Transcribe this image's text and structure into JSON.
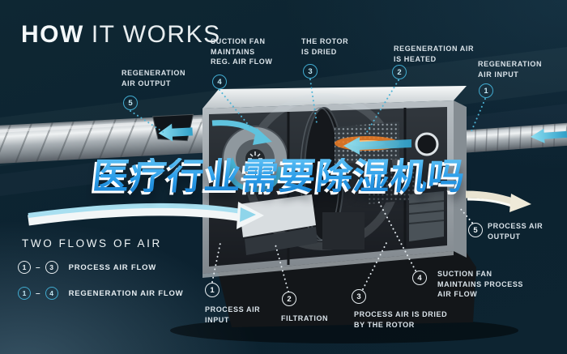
{
  "title": {
    "bold": "HOW",
    "light": "IT WORKS"
  },
  "headline_cn": "医疗行业需要除湿机吗",
  "colors": {
    "background_navy": "#0c2230",
    "accent_teal": "#41abd0",
    "headline_blue": "#2a9ce8",
    "heater_orange": "#f07c22",
    "label_white": "#dae3e9"
  },
  "callouts": {
    "regeneration": [
      {
        "number": "5",
        "label": "REGENERATION\nAIR OUTPUT"
      },
      {
        "number": "4",
        "label": "SUCTION FAN\nMAINTAINS\nREG. AIR FLOW"
      },
      {
        "number": "3",
        "label": "THE ROTOR\nIS DRIED"
      },
      {
        "number": "2",
        "label": "REGENERATION AIR\nIS HEATED"
      },
      {
        "number": "1",
        "label": "REGENERATION\nAIR INPUT"
      }
    ],
    "process": [
      {
        "number": "1",
        "label": "PROCESS AIR\nINPUT"
      },
      {
        "number": "2",
        "label": "FILTRATION"
      },
      {
        "number": "3",
        "label": "PROCESS AIR IS DRIED\nBY THE ROTOR"
      },
      {
        "number": "4",
        "label": "SUCTION FAN\nMAINTAINS PROCESS\nAIR FLOW"
      },
      {
        "number": "5",
        "label": "PROCESS AIR\nOUTPUT"
      }
    ]
  },
  "legend": {
    "title": "TWO FLOWS OF AIR",
    "dash": "–",
    "rows": [
      {
        "from": "1",
        "to": "3",
        "label": "PROCESS AIR FLOW"
      },
      {
        "from": "1",
        "to": "4",
        "label": "REGENERATION AIR FLOW"
      }
    ]
  }
}
